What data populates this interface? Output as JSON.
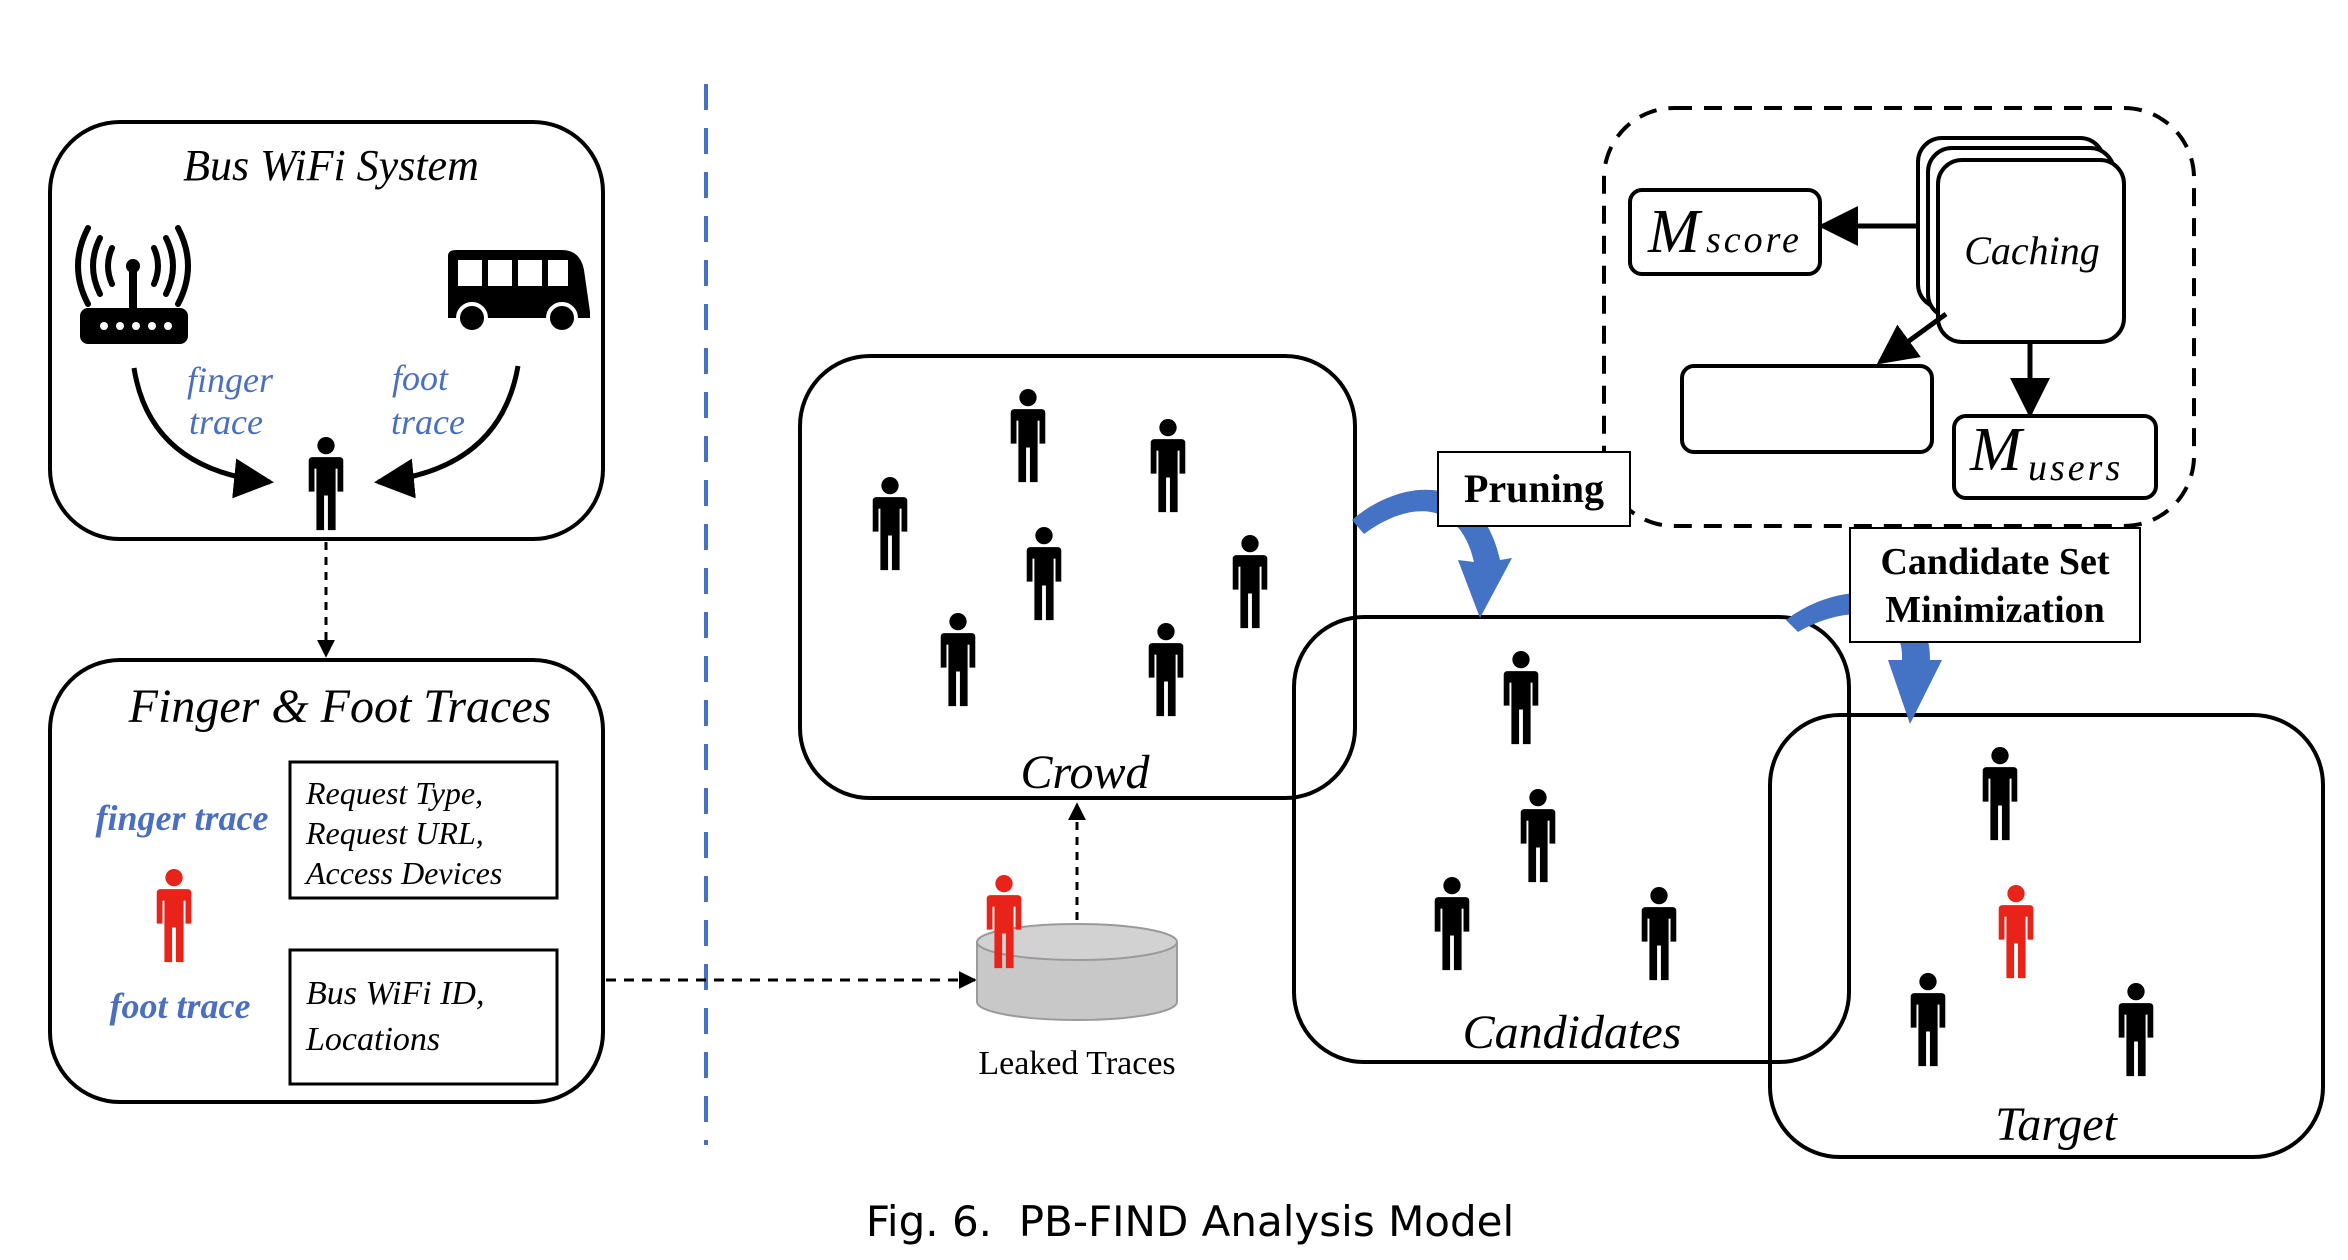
{
  "caption": "Fig. 6.  PB-FIND Analysis Model",
  "bus_wifi": {
    "title": "Bus WiFi System",
    "finger_label_1": "finger",
    "finger_label_2": "trace",
    "foot_label_1": "foot",
    "foot_label_2": "trace"
  },
  "traces_box": {
    "title": "Finger & Foot Traces",
    "finger_label": "finger trace",
    "foot_label": "foot trace",
    "finger_fields": [
      "Request Type,",
      "Request URL,",
      "Access Devices"
    ],
    "foot_fields": [
      "Bus WiFi ID,",
      "Locations"
    ]
  },
  "leaked_label": "Leaked Traces",
  "crowd_label": "Crowd",
  "candidates_label": "Candidates",
  "target_label": "Target",
  "pruning_label": "Pruning",
  "csm_label_1": "Candidate Set",
  "csm_label_2": "Minimization",
  "caching_label": "Caching",
  "m_score": {
    "main": "M",
    "sub": "score"
  },
  "m_users": {
    "main": "M",
    "sub": "users"
  },
  "colors": {
    "blue_text": "#4a6fc1",
    "red_person": "#e8231a",
    "arrow_blue": "#4472c4",
    "divider_blue": "#4472c4",
    "cylinder": "#c8c8c8"
  }
}
